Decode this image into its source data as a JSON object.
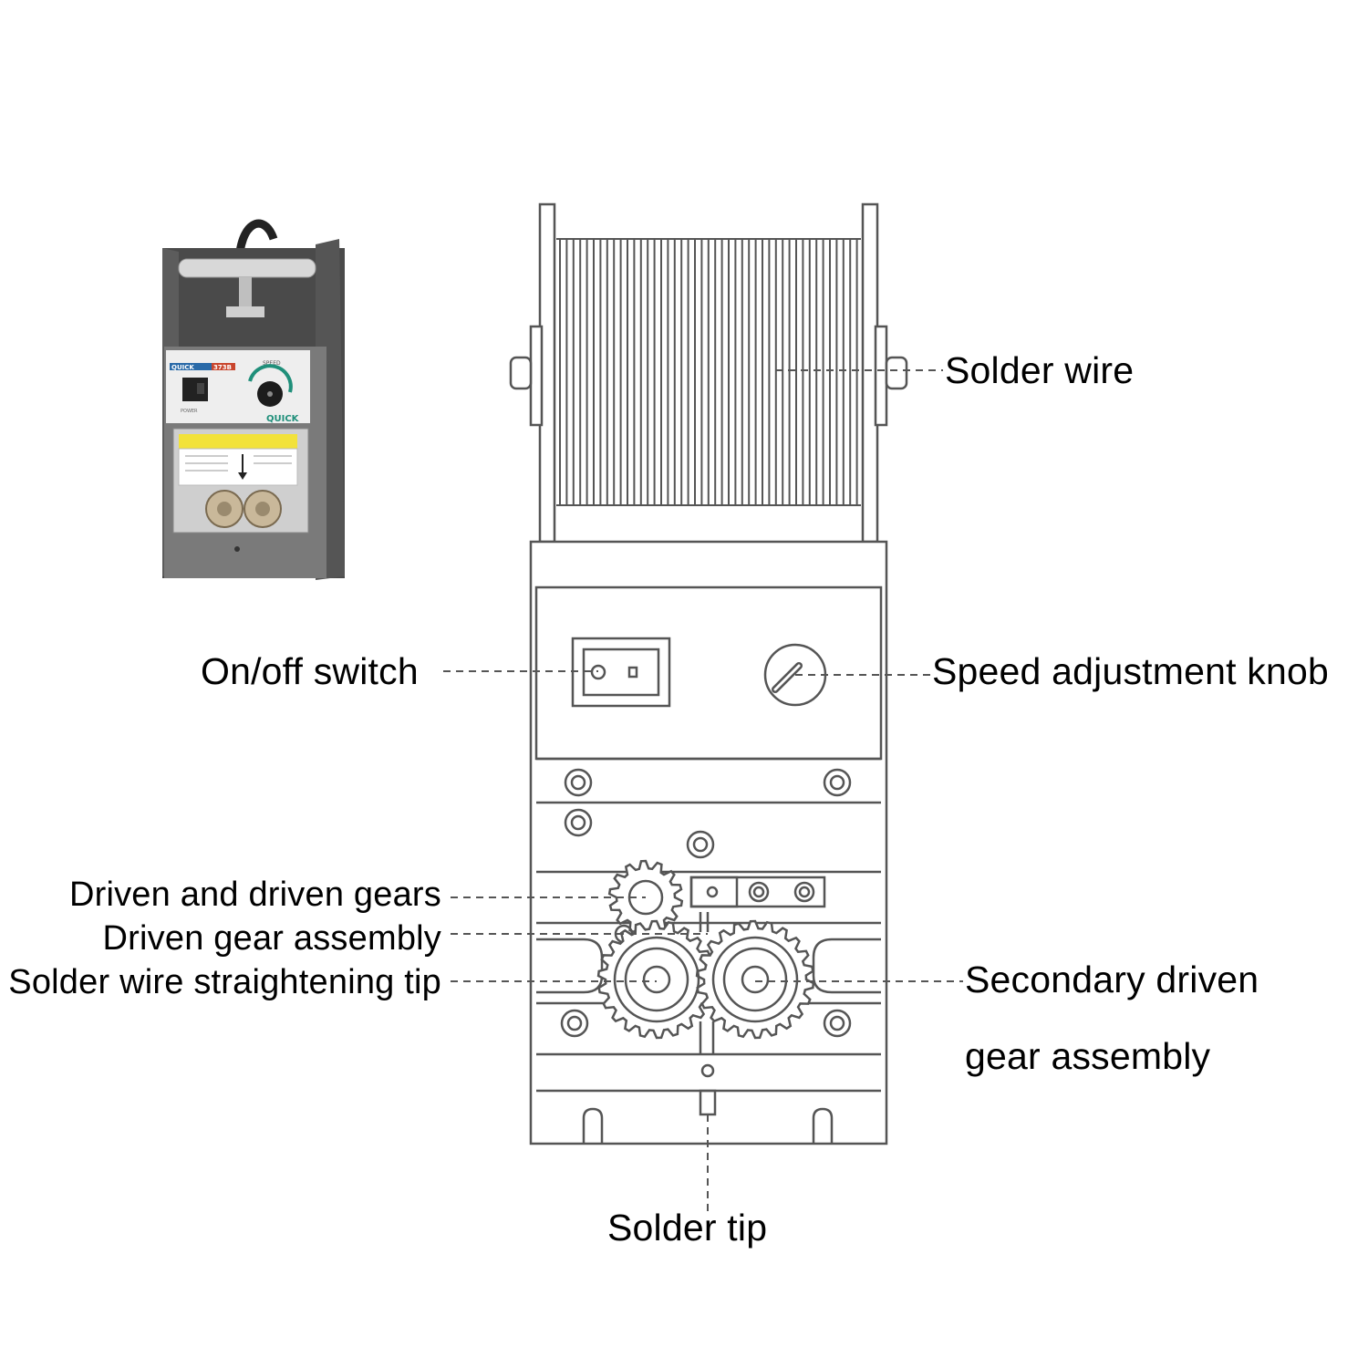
{
  "labels": {
    "solder_wire": "Solder wire",
    "on_off_switch": "On/off switch",
    "speed_knob": "Speed adjustment knob",
    "driven_gears": "Driven and driven gears",
    "driven_gear_assembly": "Driven gear assembly",
    "straightening_tip": "Solder wire straightening tip",
    "secondary_line1": "Secondary driven",
    "secondary_line2": "gear assembly",
    "solder_tip": "Solder tip"
  },
  "photo": {
    "brand": "QUICK",
    "model": "373B",
    "knob_label": "SPEED",
    "switch_label": "POWER",
    "logo": "QUICK"
  },
  "colors": {
    "line": "#555555",
    "housing": "#6e6e6e",
    "panel": "#f2f2f2",
    "accent": "#1f8f7a",
    "warning": "#f2e23a"
  }
}
